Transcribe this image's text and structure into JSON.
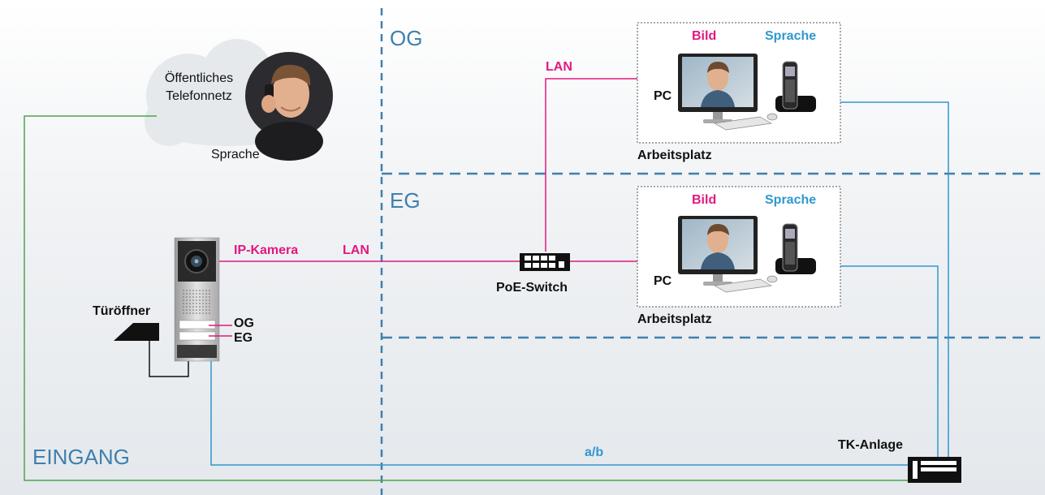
{
  "zones": {
    "og": "OG",
    "eg": "EG",
    "eingang": "EINGANG"
  },
  "cloud": {
    "line1": "Öffentliches",
    "line2": "Telefonnetz",
    "caption": "Sprache"
  },
  "workstation_og": {
    "bild": "Bild",
    "sprache": "Sprache",
    "pc": "PC",
    "caption": "Arbeitsplatz"
  },
  "workstation_eg": {
    "bild": "Bild",
    "sprache": "Sprache",
    "pc": "PC",
    "caption": "Arbeitsplatz"
  },
  "lan_upper": "LAN",
  "ip_kamera": "IP-Kamera",
  "lan_mid": "LAN",
  "poe_switch": "PoE-Switch",
  "tueroeffner": "Türöffner",
  "bell_og": "OG",
  "bell_eg": "EG",
  "ab_label": "a/b",
  "tk_anlage": "TK-Anlage",
  "colors": {
    "lan": "#e2187f",
    "phone": "#2f98cf",
    "public_line": "#4ca64c",
    "zone_divider": "#3f7fae",
    "door_opener_wire": "#111111"
  }
}
